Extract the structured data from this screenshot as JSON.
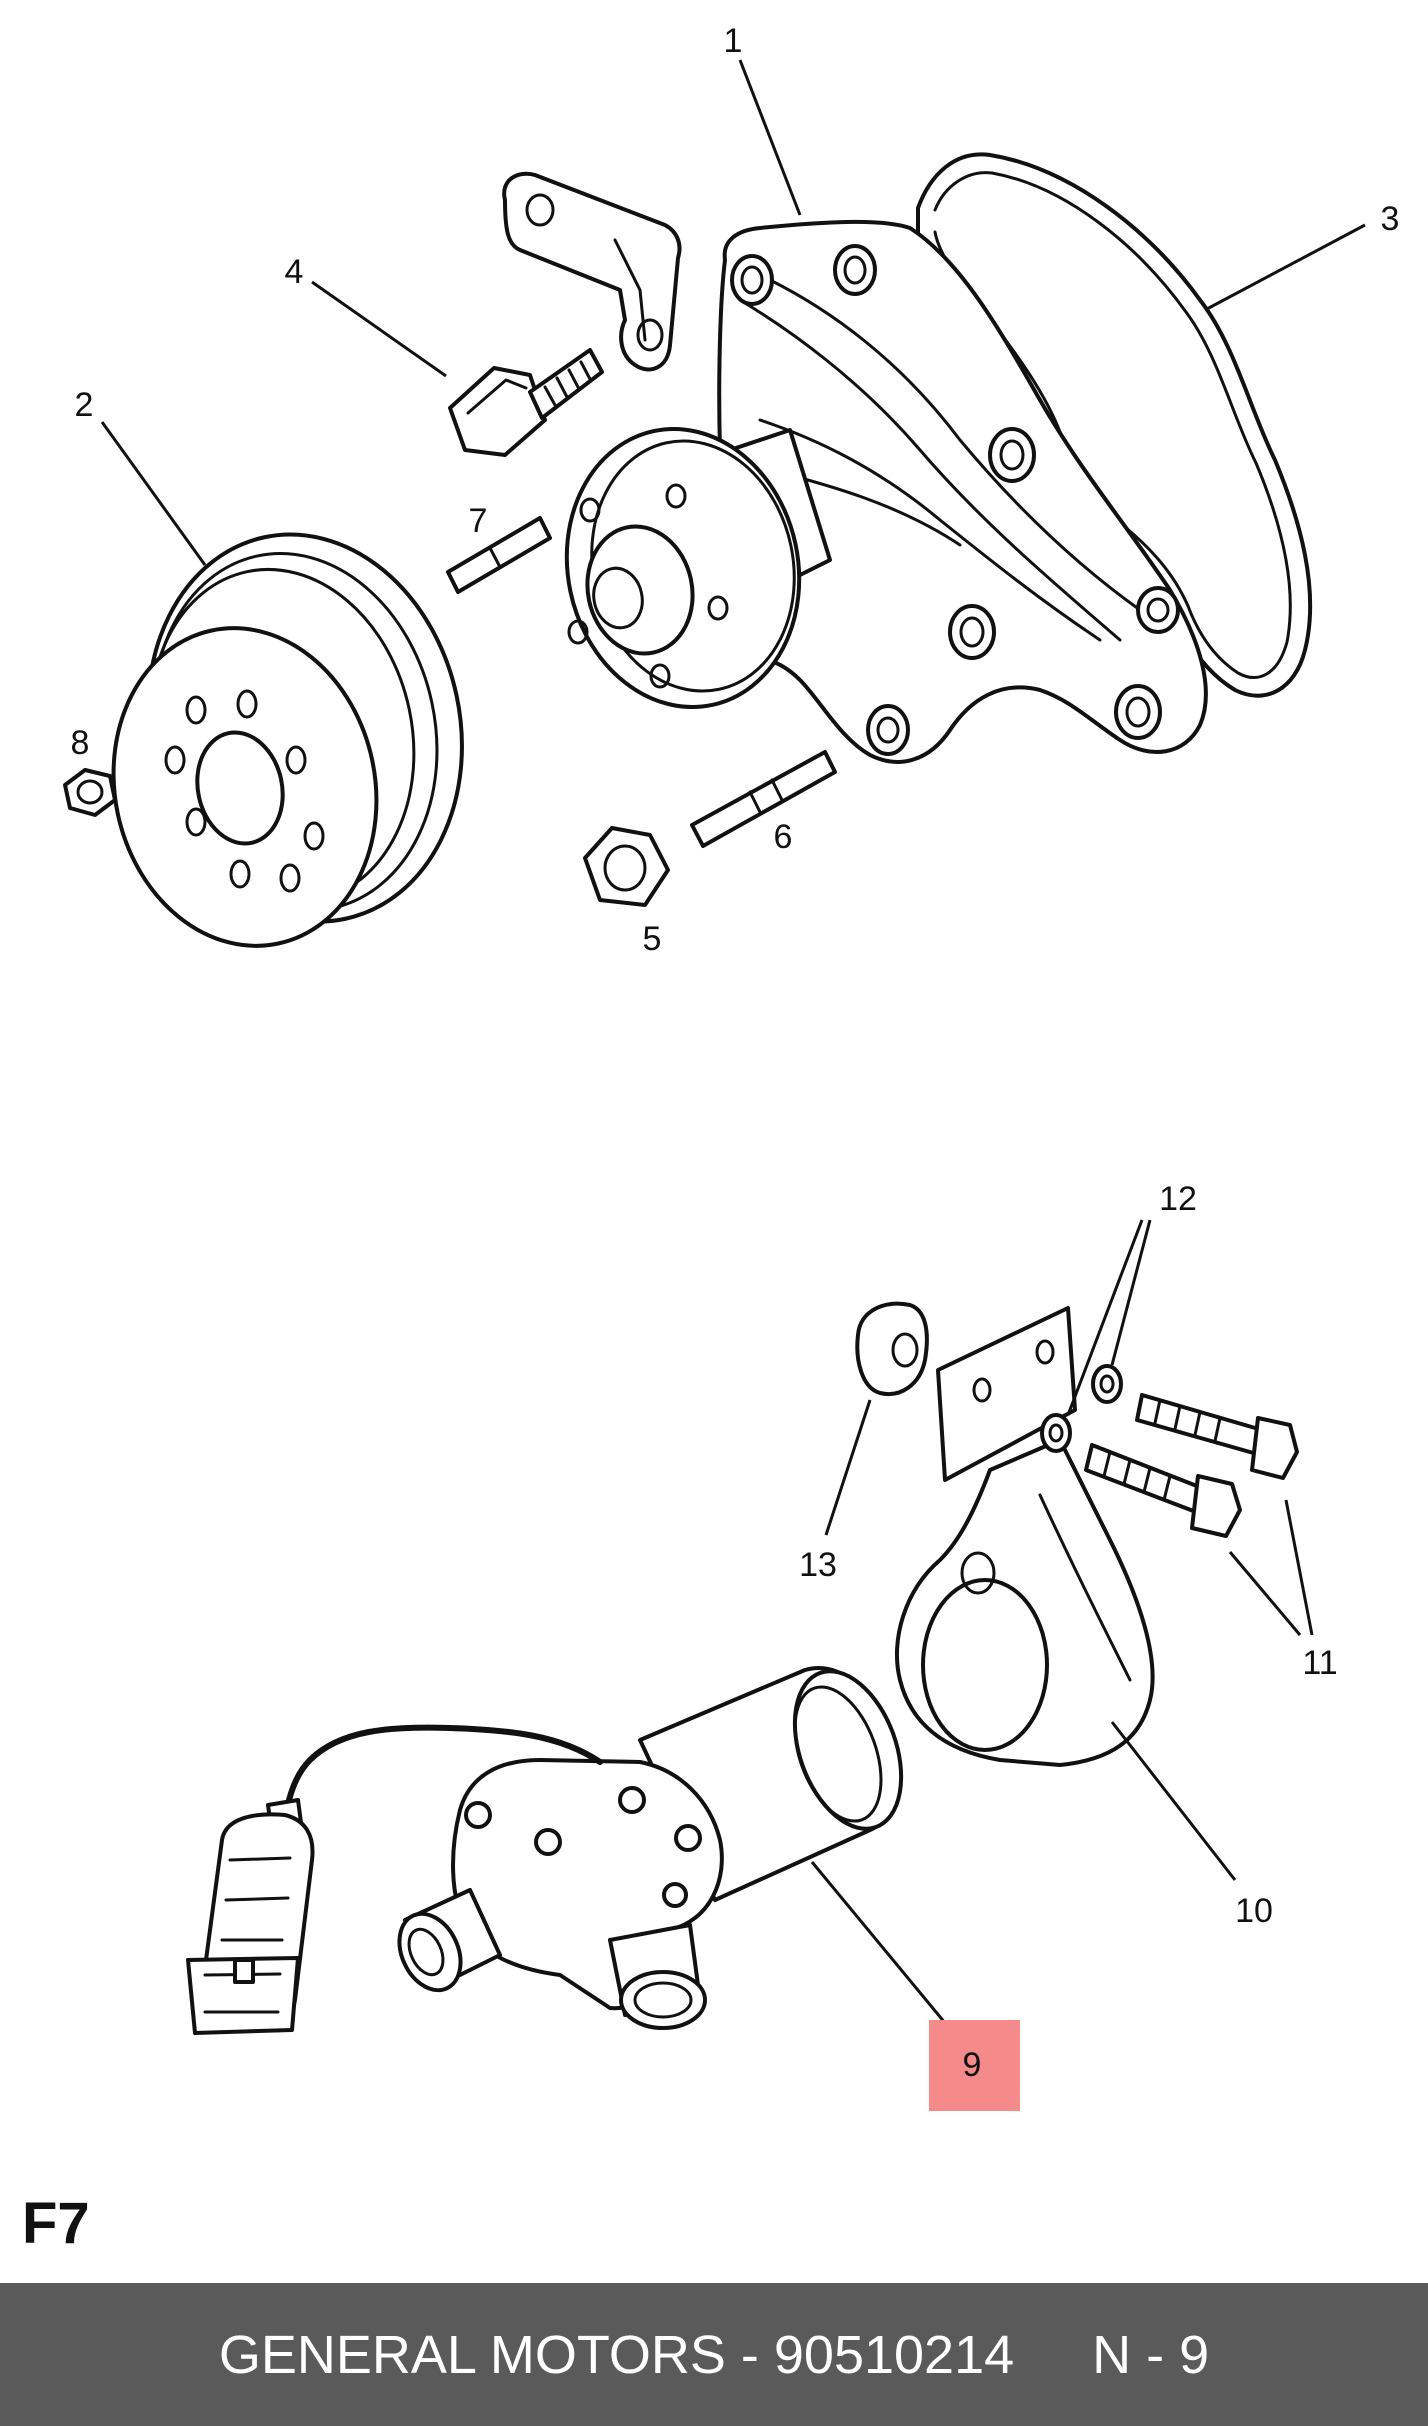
{
  "diagram": {
    "callouts": {
      "p1": "1",
      "p2": "2",
      "p3": "3",
      "p4": "4",
      "p5": "5",
      "p6": "6",
      "p7": "7",
      "p8": "8",
      "p9": "9",
      "p10": "10",
      "p11": "11",
      "p12": "12",
      "p13": "13"
    },
    "highlighted_callout": "9",
    "highlight_color": "#f58a8a"
  },
  "section_label": "F7",
  "footer": {
    "part_text": "GENERAL MOTORS - 90510214",
    "page_text": "N - 9",
    "background": "#5a5a5a",
    "text_color": "#ffffff"
  }
}
